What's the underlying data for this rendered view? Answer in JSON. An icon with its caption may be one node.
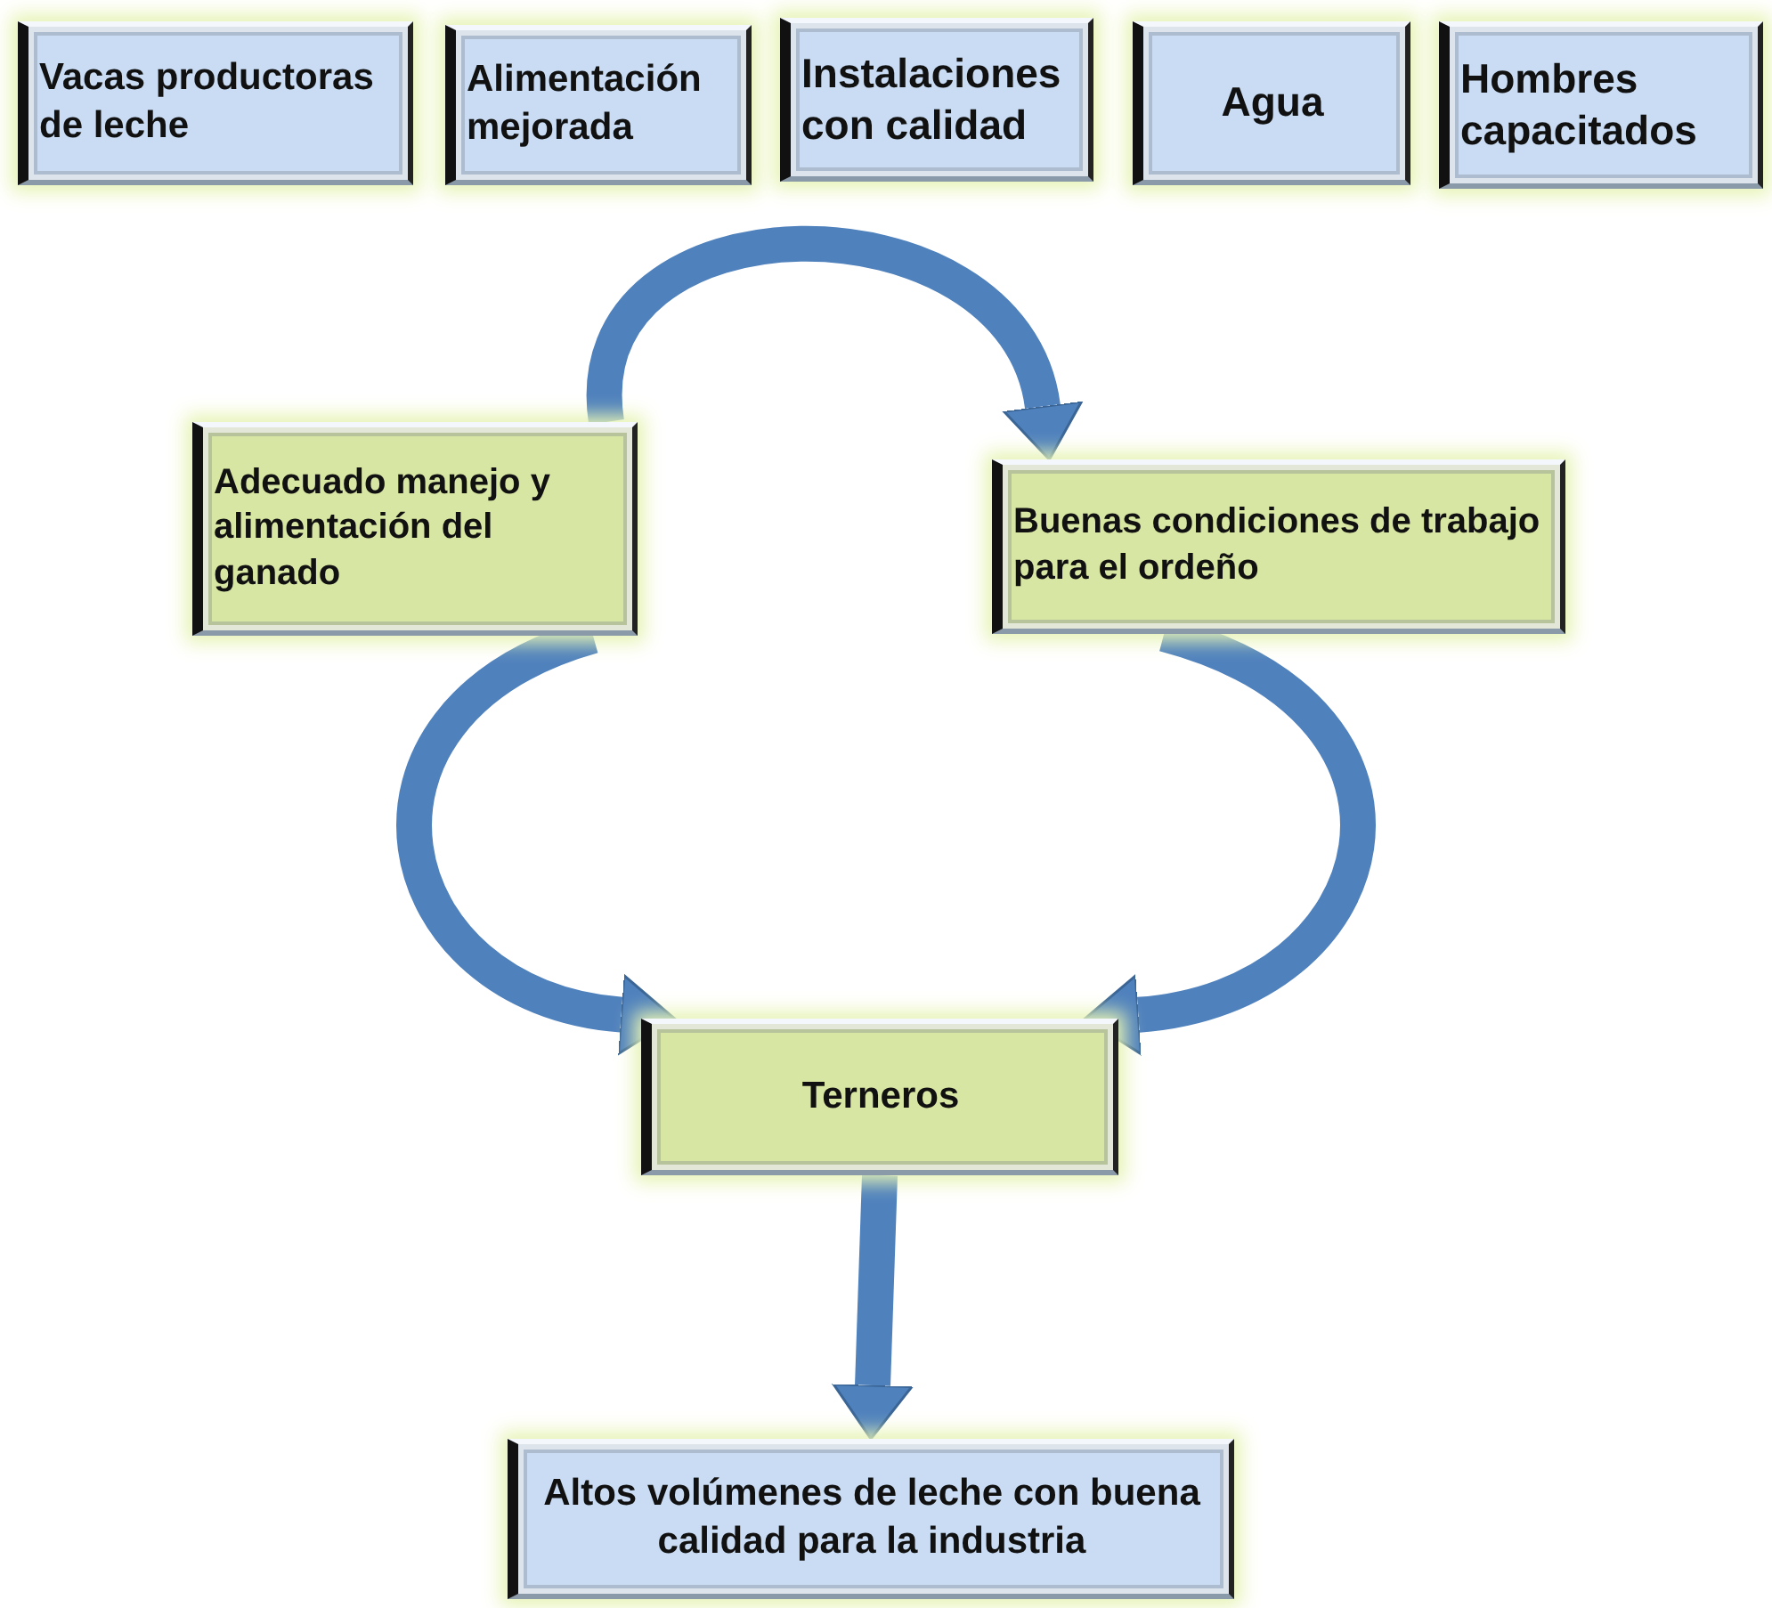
{
  "diagram": {
    "nodes": [
      {
        "text": [
          "Vacas productoras de leche"
        ]
      },
      {
        "text": [
          "Alimentación mejorada"
        ]
      },
      {
        "text": [
          "Instalaciones con calidad"
        ]
      },
      {
        "text": [
          "Agua"
        ]
      },
      {
        "text": [
          "Hombres capacitados"
        ]
      },
      {
        "text": [
          "Adecuado manejo y alimentación del ganado"
        ]
      },
      {
        "text": [
          "Buenas  condiciones de trabajo para el ordeño"
        ]
      },
      {
        "text": [
          "Terneros"
        ]
      },
      {
        "text": [
          "Altos  volúmenes de leche con buena calidad para la industria"
        ]
      }
    ],
    "edges": [
      {
        "from": 5,
        "to": 6,
        "arrow": "to"
      },
      {
        "from": 5,
        "to": 7,
        "arrow": "to"
      },
      {
        "from": 6,
        "to": 7,
        "arrow": "to"
      },
      {
        "from": 7,
        "to": 8,
        "arrow": "to"
      }
    ]
  }
}
